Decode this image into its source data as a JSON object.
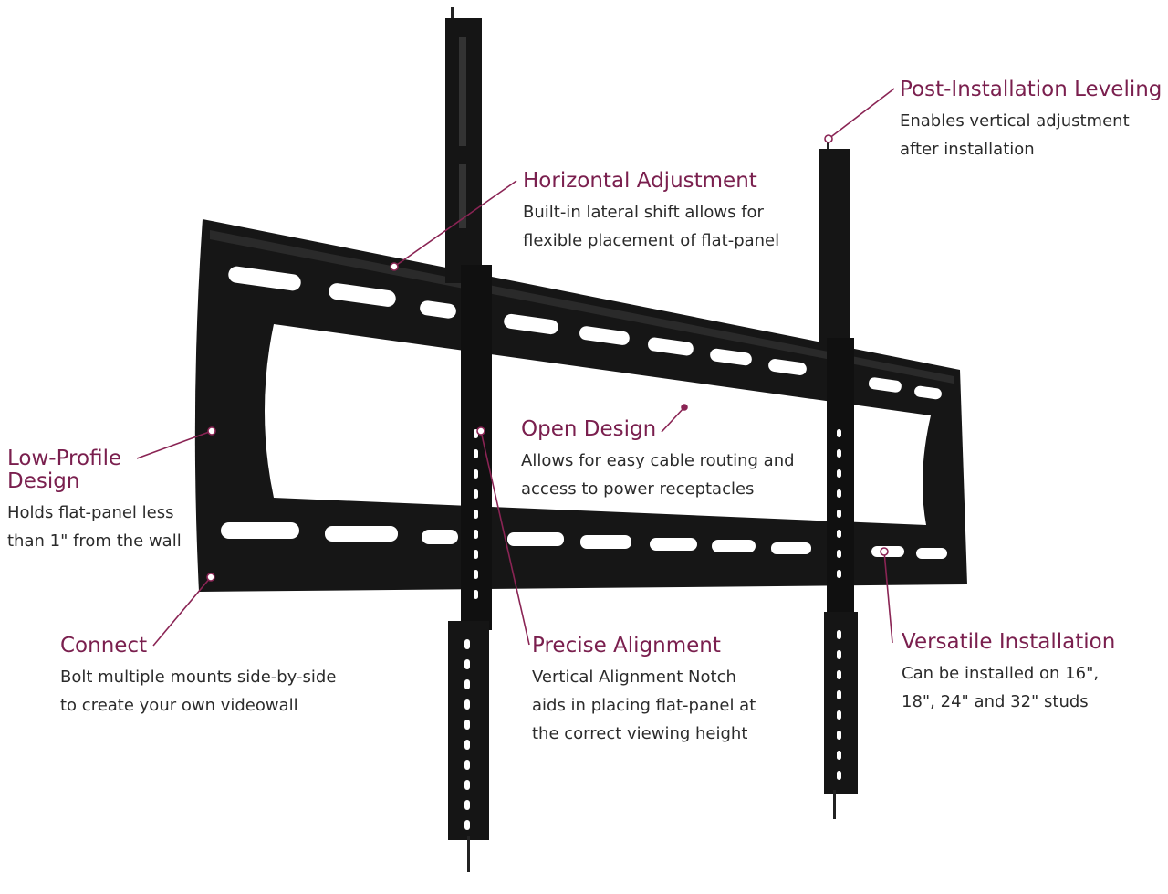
{
  "colors": {
    "title": "#7a1f4e",
    "text": "#2b2b2b",
    "mount": "#141414",
    "leader": "#8a2454",
    "background": "#ffffff"
  },
  "callouts": {
    "post_installation_leveling": {
      "title": "Post-Installation Leveling",
      "desc": "Enables vertical adjustment\nafter installation"
    },
    "horizontal_adjustment": {
      "title": "Horizontal Adjustment",
      "desc": "Built-in lateral shift allows for\nflexible placement of flat-panel"
    },
    "open_design": {
      "title": "Open Design",
      "desc": "Allows for easy cable routing and\naccess to power receptacles"
    },
    "low_profile_design": {
      "title": "Low-Profile\nDesign",
      "desc": "Holds flat-panel less\nthan 1\" from the wall"
    },
    "connect": {
      "title": "Connect",
      "desc": "Bolt multiple mounts side-by-side\nto create your own videowall"
    },
    "precise_alignment": {
      "title": "Precise Alignment",
      "desc": "Vertical Alignment Notch\naids in placing flat-panel at\nthe correct viewing height"
    },
    "versatile_installation": {
      "title": "Versatile Installation",
      "desc": "Can be installed on 16\",\n18\", 24\" and 32\" studs"
    }
  }
}
